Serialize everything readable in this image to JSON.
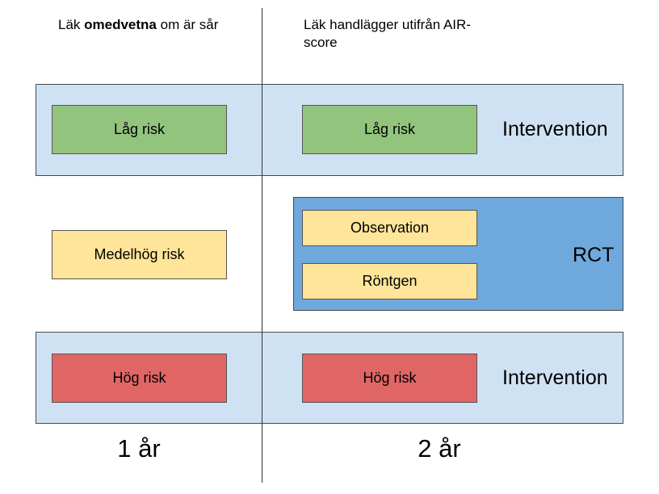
{
  "headings": {
    "left": {
      "prefix": "Läk ",
      "bold": "omedvetna",
      "suffix": " om är sår"
    },
    "right": "Läk handlägger utifrån AIR-score"
  },
  "rows": {
    "low": {
      "left_label": "Låg risk",
      "right_label": "Låg risk",
      "side_label": "Intervention"
    },
    "medium": {
      "left_label": "Medelhög risk",
      "rct_items": [
        "Observation",
        "Röntgen"
      ],
      "side_label": "RCT"
    },
    "high": {
      "left_label": "Hög risk",
      "right_label": "Hög risk",
      "side_label": "Intervention"
    }
  },
  "years": {
    "left": "1 år",
    "right": "2 år"
  },
  "colors": {
    "band": "#cfe2f3",
    "rct_band": "#6fa8dc",
    "low": "#93c47d",
    "medium": "#ffe599",
    "high": "#e06666",
    "divider": "#333333"
  }
}
